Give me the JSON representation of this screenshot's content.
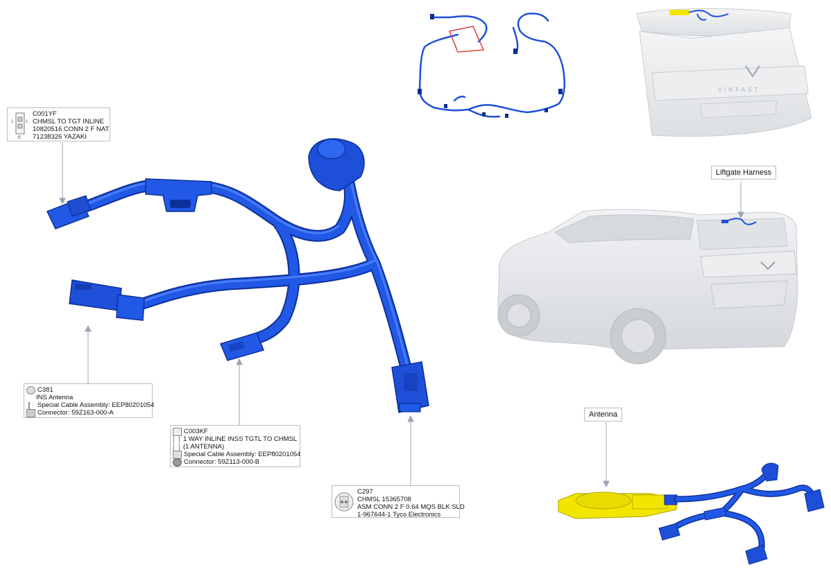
{
  "callouts": {
    "c001yf": {
      "lines": [
        "C001YF",
        "CHMSL TO TGT INLINE",
        "10820516 CONN 2 F NAT",
        "71238326 YAZAKI"
      ],
      "pin_labels": [
        "2",
        "1",
        "B"
      ]
    },
    "c381": {
      "lines": [
        "C381",
        "INS Antenna",
        "Special Cable Assembly: EEP80201054",
        "Connector: 59Z163-000-A"
      ]
    },
    "c003kf": {
      "lines": [
        "C003KF",
        "1 WAY INLINE INSS TGTL TO CHMSL",
        "(1 ANTENNA)",
        "Special Cable Assembly: EEP80201054",
        "Connector: 59Z113-000-B"
      ]
    },
    "c297": {
      "lines": [
        "C297",
        "CHMSL 15365708",
        "ASM CONN 2 F 0.64 MQS BLK SLD",
        "1-967644-1 Tyco Electronics"
      ]
    }
  },
  "labels": {
    "liftgate_harness": "Liftgate Harness",
    "antenna": "Antenna",
    "brand_text": "VINFAST"
  },
  "colors": {
    "harness_blue": "#1d4fd8",
    "harness_dark": "#0d2f9a",
    "antenna_yellow": "#f2e600",
    "leader": "#9aa4b2",
    "vehicle_grey": "#e3e5e8"
  }
}
